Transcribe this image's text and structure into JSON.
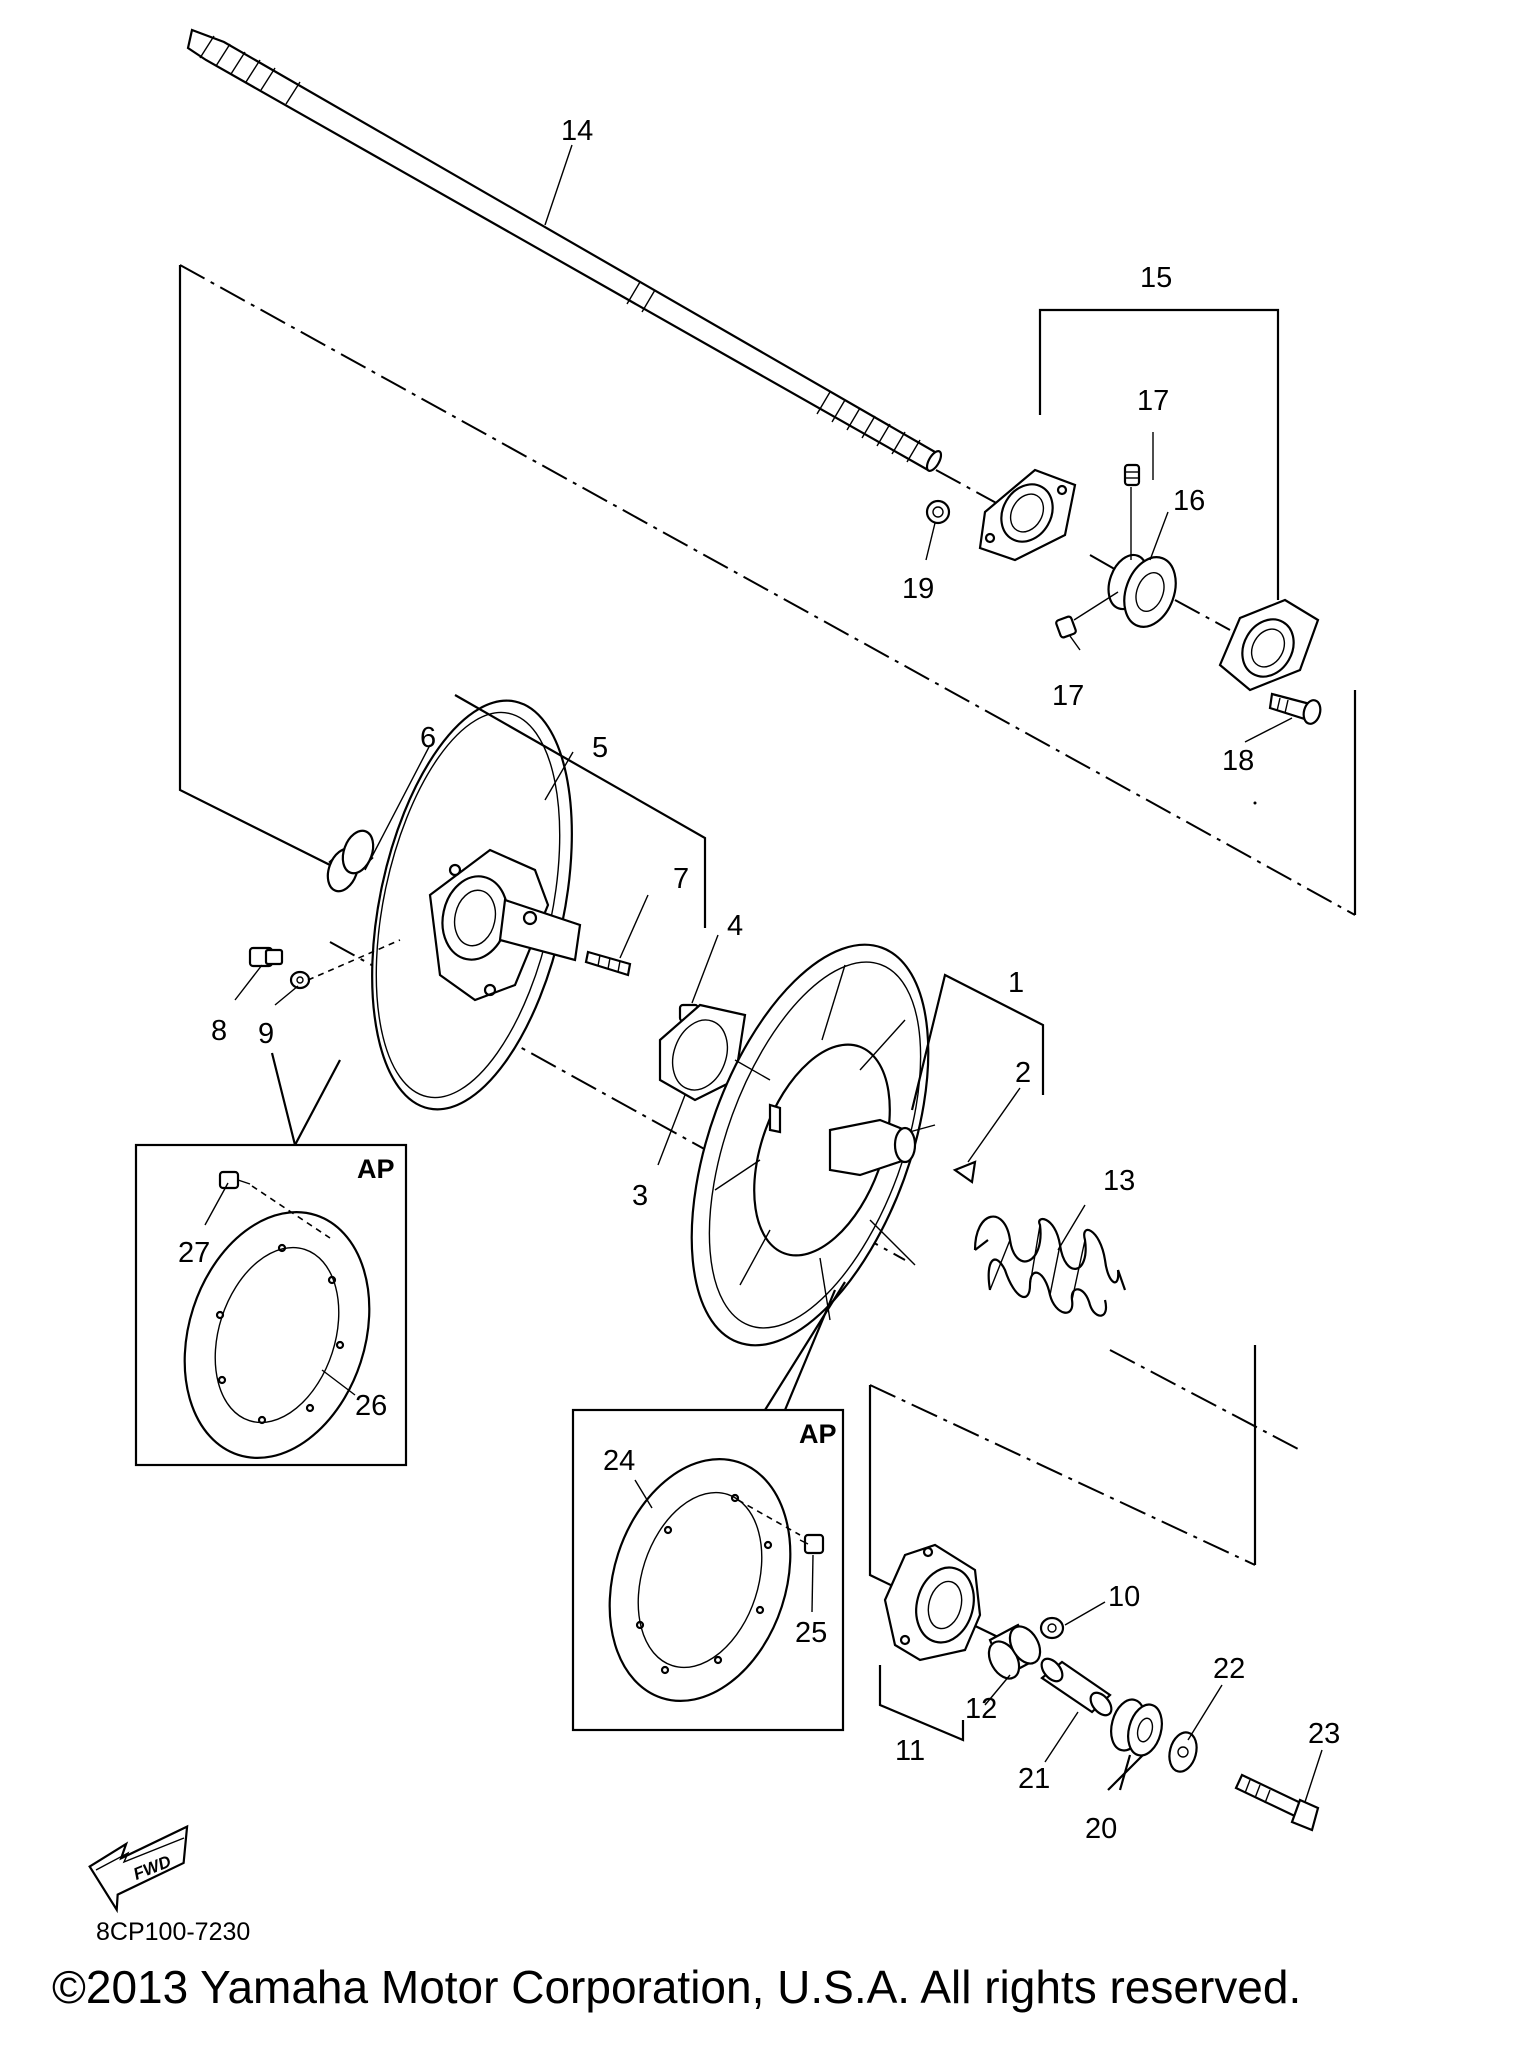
{
  "diagram": {
    "part_labels": [
      "1",
      "2",
      "3",
      "4",
      "5",
      "6",
      "7",
      "8",
      "9",
      "10",
      "11",
      "12",
      "13",
      "14",
      "15",
      "16",
      "17",
      "17",
      "18",
      "19",
      "20",
      "21",
      "22",
      "23",
      "24",
      "25",
      "26",
      "27"
    ],
    "inset_labels": [
      "AP",
      "AP"
    ],
    "fwd_label": "FWD",
    "diagram_code": "8CP100-7230"
  },
  "footer": {
    "copyright": "©2013 Yamaha Motor Corporation, U.S.A. All rights reserved."
  }
}
